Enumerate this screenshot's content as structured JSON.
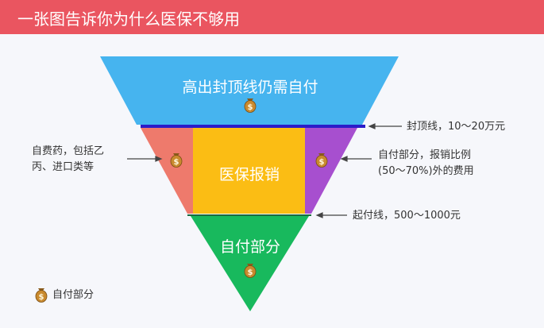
{
  "header": {
    "title": "一张图告诉你为什么医保不够用"
  },
  "pyramid": {
    "top_label": "高出封顶线仍需自付",
    "center_label": "医保报销",
    "bottom_label": "自付部分"
  },
  "annotations": {
    "cap_line": "封顶线，10～20万元",
    "left_line1": "自费药，包括乙",
    "left_line2": "丙、进口类等",
    "right_line1": "自付部分，报销比例",
    "right_line2": "(50～70%)外的费用",
    "start_line": "起付线，500～1000元"
  },
  "legend": {
    "label": "自付部分",
    "icon": "money-bag-icon"
  },
  "colors": {
    "banner": "#ea5560",
    "top_section": "#46b4ef",
    "cap_line": "#2b1cc9",
    "left_section": "#ee7a6c",
    "center_section": "#fbbd14",
    "right_section": "#a74fcf",
    "bottom_section": "#18b95d"
  }
}
